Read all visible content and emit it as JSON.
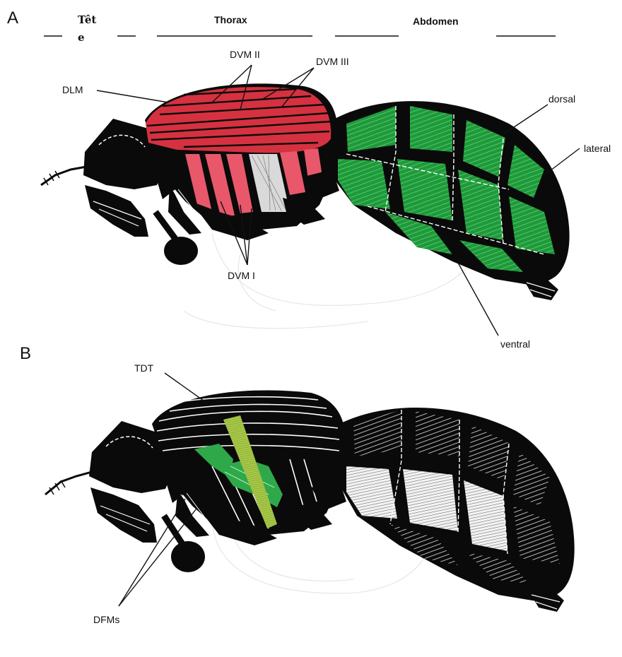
{
  "panel_a": {
    "letter": "A",
    "regions": {
      "head_line1": "Têt",
      "head_line2": "e",
      "thorax": "Thorax",
      "abdomen": "Abdomen"
    },
    "labels": {
      "dvm2": "DVM II",
      "dvm3": "DVM III",
      "dlm": "DLM",
      "dorsal": "dorsal",
      "lateral": "lateral",
      "dvm1": "DVM I",
      "ventral": "ventral"
    }
  },
  "panel_b": {
    "letter": "B",
    "labels": {
      "tdt": "TDT",
      "dfms": "DFMs"
    }
  },
  "colors": {
    "body": "#0a0a0a",
    "flight_muscle_red": "#d63140",
    "dvm_pink": "#e8586a",
    "abdominal_green": "#1f9a3a",
    "tdt_yellow_green": "#9bbf3a",
    "dfm_green": "#2fa84a",
    "striation": "#ffffff"
  }
}
